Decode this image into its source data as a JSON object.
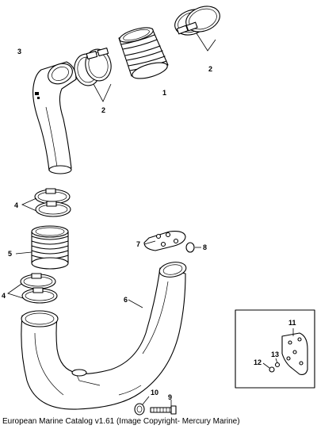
{
  "diagram": {
    "callouts": {
      "c1": "1",
      "c2a": "2",
      "c2b": "2",
      "c3": "3",
      "c4a": "4",
      "c4b": "4",
      "c5": "5",
      "c6": "6",
      "c7": "7",
      "c8": "8",
      "c9": "9",
      "c10": "10",
      "c11": "11",
      "c12": "12",
      "c13": "13"
    }
  },
  "caption": "European Marine Catalog v1.61 (Image Copyright- Mercury Marine)"
}
